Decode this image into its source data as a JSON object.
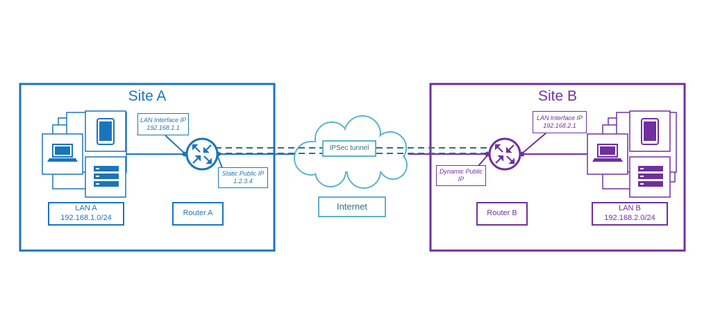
{
  "site_a": {
    "title": "Site A",
    "lan_interface": {
      "line1": "LAN Interface IP",
      "line2": "192.168.1.1"
    },
    "public_ip": {
      "line1": "Static Public IP",
      "line2": "1.2.3.4"
    },
    "lan": {
      "line1": "LAN A",
      "line2": "192.168.1.0/24"
    },
    "router": "Router A"
  },
  "site_b": {
    "title": "Site B",
    "lan_interface": {
      "line1": "LAN Interface IP",
      "line2": "192.168.2.1"
    },
    "public_ip": {
      "line1": "Dynamic Public",
      "line2": "IP"
    },
    "lan": {
      "line1": "LAN B",
      "line2": "192.168.2.0/24"
    },
    "router": "Router B"
  },
  "tunnel_label": "IPSec tunnel",
  "internet_label": "Internet",
  "colors": {
    "site_a": "#1b75bb",
    "site_b": "#7030a0",
    "internet": "#5bb4c8",
    "tunnel": "#2f6f84"
  }
}
